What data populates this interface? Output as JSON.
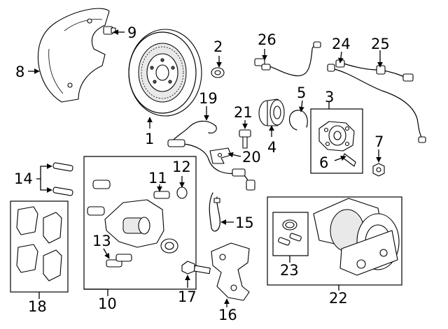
{
  "labels": {
    "1": "1",
    "2": "2",
    "3": "3",
    "4": "4",
    "5": "5",
    "6": "6",
    "7": "7",
    "8": "8",
    "9": "9",
    "10": "10",
    "11": "11",
    "12": "12",
    "13": "13",
    "14": "14",
    "15": "15",
    "16": "16",
    "17": "17",
    "18": "18",
    "19": "19",
    "20": "20",
    "21": "21",
    "22": "22",
    "23": "23",
    "24": "24",
    "25": "25",
    "26": "26"
  }
}
